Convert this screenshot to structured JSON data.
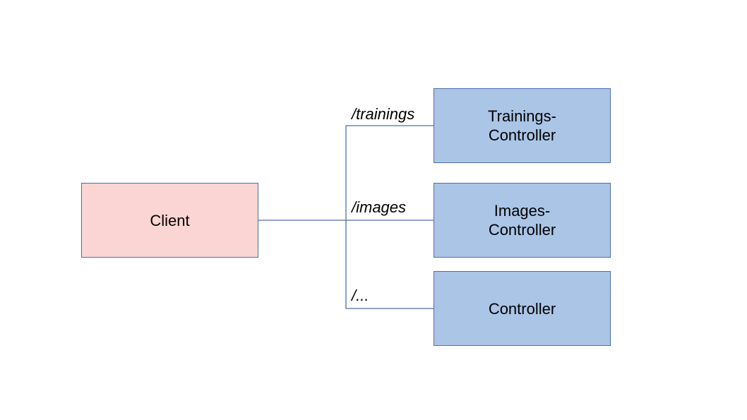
{
  "diagram": {
    "client": {
      "label": "Client"
    },
    "controllers": [
      {
        "line1": "Trainings-",
        "line2": "Controller",
        "route": "/trainings"
      },
      {
        "line1": "Images-",
        "line2": "Controller",
        "route": "/images"
      },
      {
        "line1": "Controller",
        "line2": "",
        "route": "/..."
      }
    ],
    "colors": {
      "client_fill": "#fbd5d3",
      "controller_fill": "#abc5e7",
      "stroke": "#4f6ea8"
    }
  }
}
